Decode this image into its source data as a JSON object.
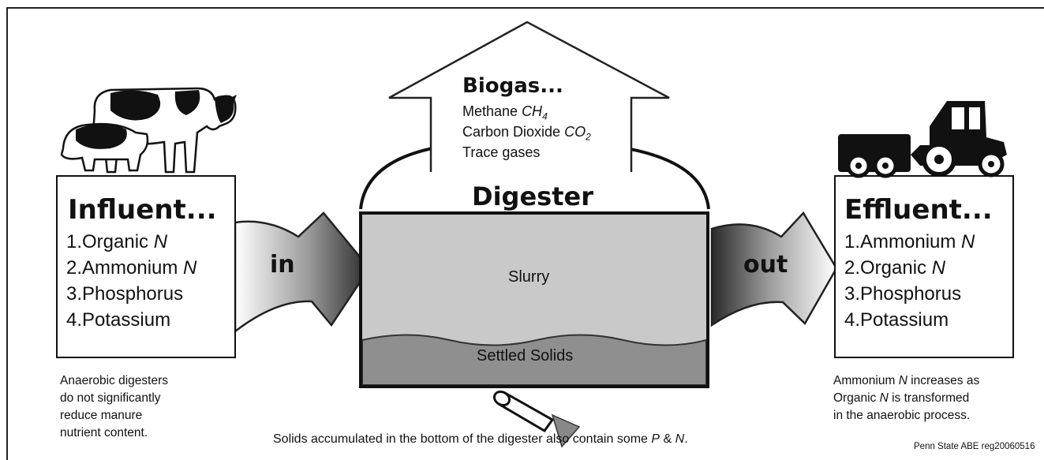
{
  "influent": {
    "title": "Influent...",
    "items": [
      {
        "num": "1.",
        "text": "Organic ",
        "em": "N"
      },
      {
        "num": "2.",
        "text": "Ammonium ",
        "em": "N"
      },
      {
        "num": "3.",
        "text": "Phosphorus",
        "em": ""
      },
      {
        "num": "4.",
        "text": "Potassium",
        "em": ""
      }
    ],
    "note": [
      "Anaerobic digesters",
      "do not significantly",
      "reduce manure",
      "nutrient content."
    ]
  },
  "arrow_in": "in",
  "arrow_out": "out",
  "biogas": {
    "title": "Biogas...",
    "methane": {
      "label": "Methane ",
      "formula": "CH",
      "sub": "4"
    },
    "co2": {
      "label": "Carbon Dioxide ",
      "formula": "CO",
      "sub": "2"
    },
    "trace": "Trace gases"
  },
  "digester": {
    "title": "Digester",
    "slurry": "Slurry",
    "settled": "Settled Solids"
  },
  "effluent": {
    "title": "Effluent...",
    "items": [
      {
        "num": "1.",
        "text": "Ammonium ",
        "em": "N"
      },
      {
        "num": "2.",
        "text": "Organic ",
        "em": "N"
      },
      {
        "num": "3.",
        "text": "Phosphorus",
        "em": ""
      },
      {
        "num": "4.",
        "text": "Potassium",
        "em": ""
      }
    ],
    "note": {
      "l1a": "Ammonium ",
      "l1b": "N",
      "l1c": " increases as",
      "l2a": "Organic ",
      "l2b": "N",
      "l2c": " is transformed",
      "l3": "in the anaerobic process."
    }
  },
  "footer": {
    "a": "Solids accumulated in the bottom of the digester also contain some ",
    "b": "P",
    "c": " & ",
    "d": "N",
    "e": "."
  },
  "credit": "Penn State ABE reg20060516",
  "colors": {
    "ink": "#111111",
    "slurry": "#c9c9c9",
    "solids": "#8f8f8f",
    "arrow_dark": "#2a2a2a"
  }
}
